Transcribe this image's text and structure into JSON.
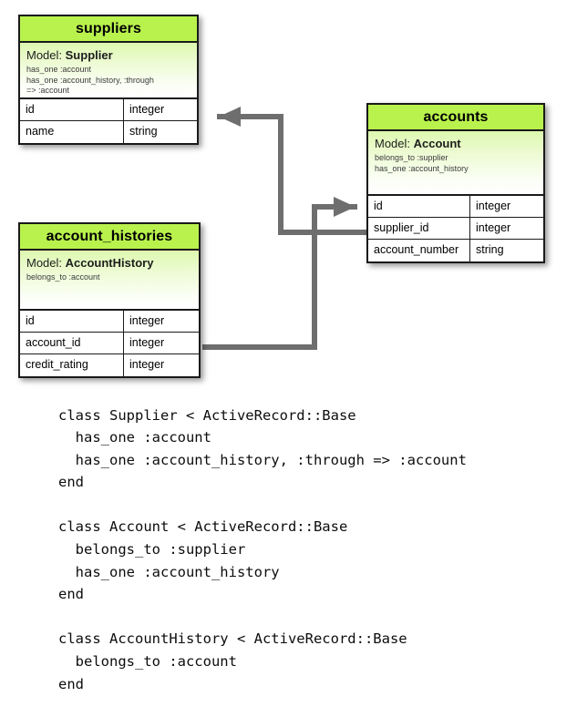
{
  "diagram": {
    "title_colors": {
      "header_green": "#b9f24d",
      "model_gradient_top": "#ddf8b0",
      "border": "#1a1a1a",
      "connector_gray": "#6e6e6e",
      "code_text": "#0d0d0d"
    },
    "entities": [
      {
        "id": "suppliers",
        "title": "suppliers",
        "model_prefix": "Model:",
        "model_name": "Supplier",
        "associations": [
          "has_one :account",
          "has_one :account_history, :through",
          "=> :account"
        ],
        "attributes": [
          {
            "name": "id",
            "type": "integer"
          },
          {
            "name": "name",
            "type": "string"
          }
        ]
      },
      {
        "id": "accounts",
        "title": "accounts",
        "model_prefix": "Model:",
        "model_name": "Account",
        "associations": [
          "belongs_to :supplier",
          "has_one :account_history"
        ],
        "attributes": [
          {
            "name": "id",
            "type": "integer"
          },
          {
            "name": "supplier_id",
            "type": "integer"
          },
          {
            "name": "account_number",
            "type": "string"
          }
        ]
      },
      {
        "id": "account_histories",
        "title": "account_histories",
        "model_prefix": "Model:",
        "model_name": "AccountHistory",
        "associations": [
          "belongs_to :account"
        ],
        "attributes": [
          {
            "name": "id",
            "type": "integer"
          },
          {
            "name": "account_id",
            "type": "integer"
          },
          {
            "name": "credit_rating",
            "type": "integer"
          }
        ]
      }
    ],
    "relationships": [
      {
        "from": "accounts.supplier_id",
        "to": "suppliers.id",
        "name": "accounts-to-suppliers"
      },
      {
        "from": "account_histories.account_id",
        "to": "accounts.id",
        "name": "histories-to-accounts"
      }
    ]
  },
  "code": {
    "text": "class Supplier < ActiveRecord::Base\n  has_one :account\n  has_one :account_history, :through => :account\nend\n\nclass Account < ActiveRecord::Base\n  belongs_to :supplier\n  has_one :account_history\nend\n\nclass AccountHistory < ActiveRecord::Base\n  belongs_to :account\nend"
  }
}
